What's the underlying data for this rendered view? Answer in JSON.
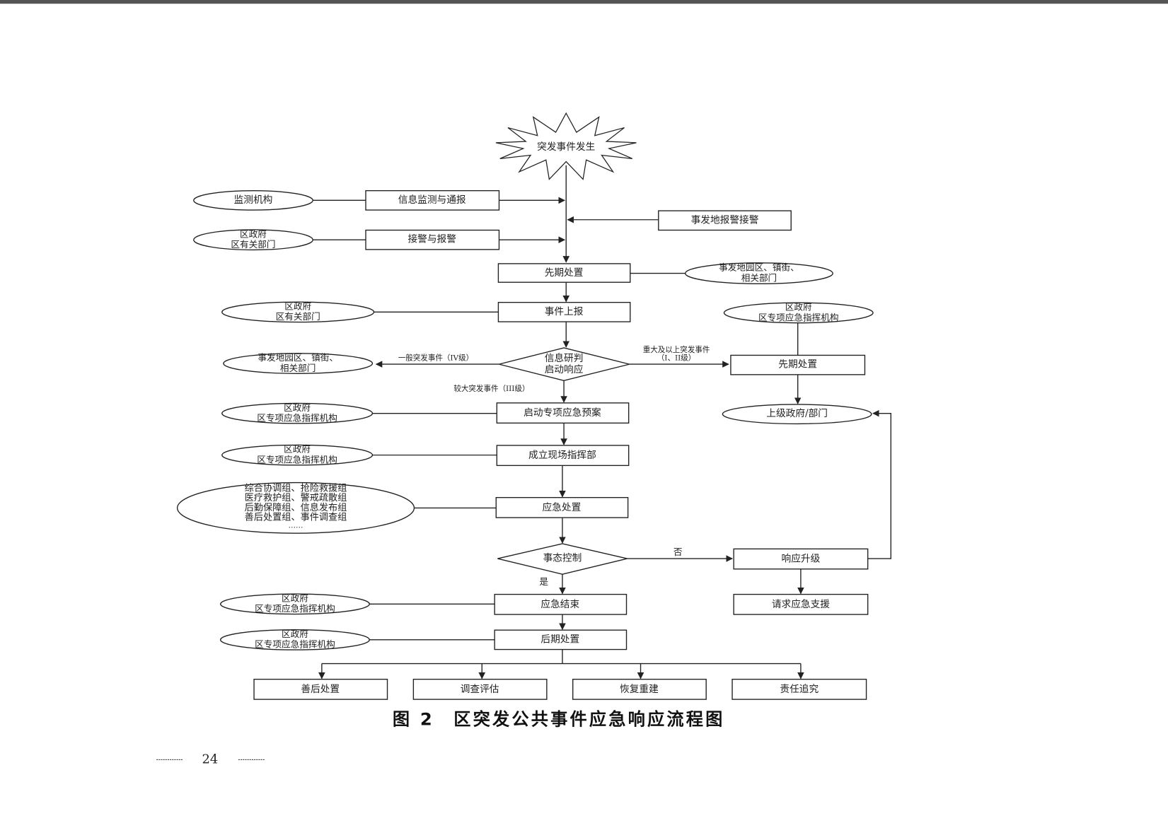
{
  "start": "突发事件发生",
  "monitor_org": "监测机构",
  "info_monitor": "信息监测与通报",
  "local_alarm": "事发地报警接警",
  "gov_dept_1": [
    "区政府",
    "区有关部门"
  ],
  "alarm": "接警与报警",
  "early_handling": "先期处置",
  "local_units_1": [
    "事发地园区、镇街、",
    "相关部门"
  ],
  "report": "事件上报",
  "gov_dept_2": [
    "区政府",
    "区有关部门"
  ],
  "gov_cmd_right": [
    "区政府",
    "区专项应急指挥机构"
  ],
  "assess": [
    "信息研判",
    "启动响应"
  ],
  "general_event": "一般突发事件（IV级）",
  "major_event": [
    "重大及以上突发事件",
    "（I、II级）"
  ],
  "local_units_2": [
    "事发地园区、镇街、",
    "相关部门"
  ],
  "early_handling_right": "先期处置",
  "superior_gov": "上级政府/部门",
  "large_event": "较大突发事件（III级）",
  "start_plan": "启动专项应急预案",
  "gov_cmd_1": [
    "区政府",
    "区专项应急指挥机构"
  ],
  "field_hq": "成立现场指挥部",
  "gov_cmd_2": [
    "区政府",
    "区专项应急指挥机构"
  ],
  "groups": [
    "综合协调组、抢险救援组",
    "医疗救护组、警戒疏散组",
    "后勤保障组、信息发布组",
    "善后处置组、事件调查组",
    "……"
  ],
  "emergency_handling": "应急处置",
  "control": "事态控制",
  "no": "否",
  "yes": "是",
  "escalate": "响应升级",
  "request_support": "请求应急支援",
  "end": "应急结束",
  "gov_cmd_3": [
    "区政府",
    "区专项应急指挥机构"
  ],
  "post_handling": "后期处置",
  "gov_cmd_4": [
    "区政府",
    "区专项应急指挥机构"
  ],
  "outcomes": [
    "善后处置",
    "调查评估",
    "恢复重建",
    "责任追究"
  ],
  "caption": "图 2　区突发公共事件应急响应流程图",
  "page_number": "24"
}
